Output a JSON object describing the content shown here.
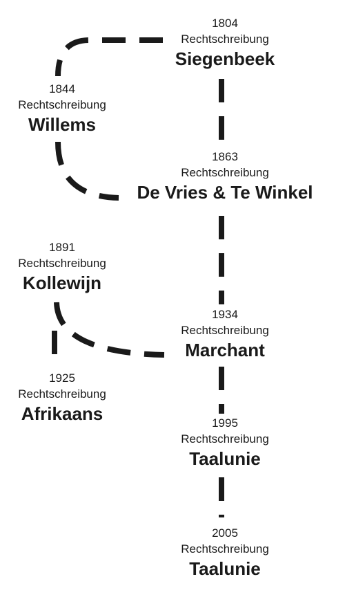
{
  "nodes": [
    {
      "id": "siegenbeek",
      "year": "1804",
      "kind": "Rechtschreibung",
      "name": "Siegenbeek"
    },
    {
      "id": "willems",
      "year": "1844",
      "kind": "Rechtschreibung",
      "name": "Willems"
    },
    {
      "id": "devries",
      "year": "1863",
      "kind": "Rechtschreibung",
      "name": "De Vries & Te Winkel"
    },
    {
      "id": "kollewijn",
      "year": "1891",
      "kind": "Rechtschreibung",
      "name": "Kollewijn"
    },
    {
      "id": "marchant",
      "year": "1934",
      "kind": "Rechtschreibung",
      "name": "Marchant"
    },
    {
      "id": "afrikaans",
      "year": "1925",
      "kind": "Rechtschreibung",
      "name": "Afrikaans"
    },
    {
      "id": "taalunie1995",
      "year": "1995",
      "kind": "Rechtschreibung",
      "name": "Taalunie"
    },
    {
      "id": "taalunie2005",
      "year": "2005",
      "kind": "Rechtschreibung",
      "name": "Taalunie"
    }
  ],
  "connections": [
    {
      "from": "siegenbeek",
      "to": "willems"
    },
    {
      "from": "willems",
      "to": "devries"
    },
    {
      "from": "siegenbeek",
      "to": "devries"
    },
    {
      "from": "devries",
      "to": "marchant"
    },
    {
      "from": "kollewijn",
      "to": "marchant"
    },
    {
      "from": "kollewijn",
      "to": "afrikaans"
    },
    {
      "from": "marchant",
      "to": "taalunie1995"
    },
    {
      "from": "taalunie1995",
      "to": "taalunie2005"
    }
  ],
  "colors": {
    "line": "#1a1a1a",
    "text": "#1a1a1a",
    "background": "#ffffff"
  }
}
